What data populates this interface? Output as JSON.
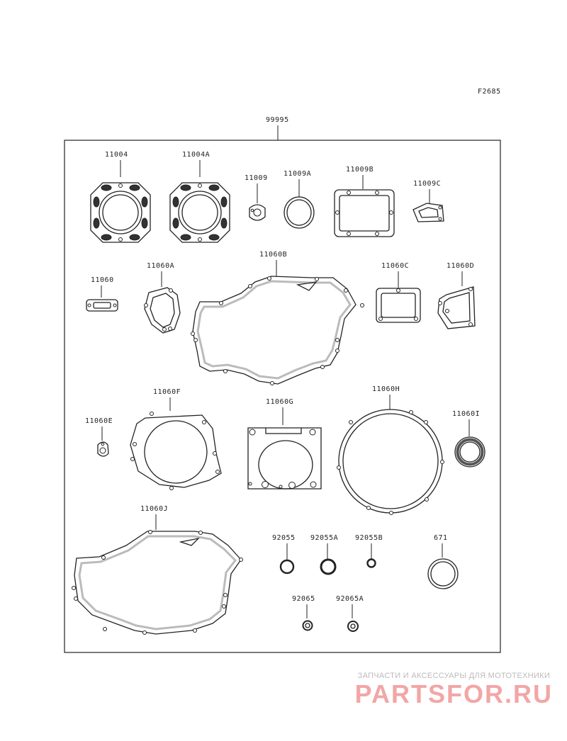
{
  "figure_code": "F2685",
  "assembly_label": "99995",
  "parts": [
    {
      "id": "p11004",
      "label": "11004"
    },
    {
      "id": "p11004A",
      "label": "11004A"
    },
    {
      "id": "p11009",
      "label": "11009"
    },
    {
      "id": "p11009A",
      "label": "11009A"
    },
    {
      "id": "p11009B",
      "label": "11009B"
    },
    {
      "id": "p11009C",
      "label": "11009C"
    },
    {
      "id": "p11060",
      "label": "11060"
    },
    {
      "id": "p11060A",
      "label": "11060A"
    },
    {
      "id": "p11060B",
      "label": "11060B"
    },
    {
      "id": "p11060C",
      "label": "11060C"
    },
    {
      "id": "p11060D",
      "label": "11060D"
    },
    {
      "id": "p11060E",
      "label": "11060E"
    },
    {
      "id": "p11060F",
      "label": "11060F"
    },
    {
      "id": "p11060G",
      "label": "11060G"
    },
    {
      "id": "p11060H",
      "label": "11060H"
    },
    {
      "id": "p11060I",
      "label": "11060I"
    },
    {
      "id": "p11060J",
      "label": "11060J"
    },
    {
      "id": "p92055",
      "label": "92055"
    },
    {
      "id": "p92055A",
      "label": "92055A"
    },
    {
      "id": "p92055B",
      "label": "92055B"
    },
    {
      "id": "p671",
      "label": "671"
    },
    {
      "id": "p92065",
      "label": "92065"
    },
    {
      "id": "p92065A",
      "label": "92065A"
    }
  ],
  "watermark": {
    "tagline": "ЗАПЧАСТИ И АКСЕССУАРЫ ДЛЯ МОТОТЕХНИКИ",
    "logo": "PARTSFOR.RU"
  }
}
